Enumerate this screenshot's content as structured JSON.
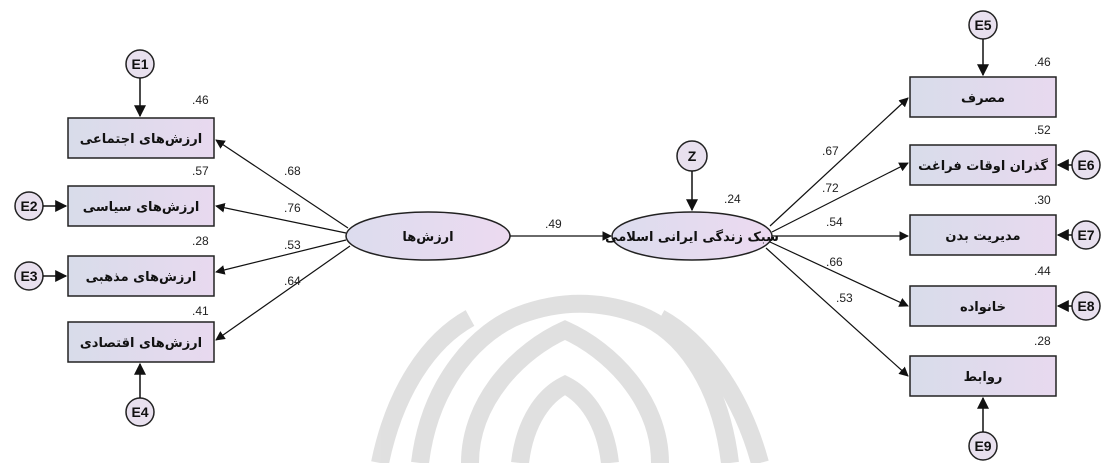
{
  "latent": {
    "values": "ارزش‌ها",
    "lifestyle": "سبک زندگی ایرانی اسلامی",
    "lifestyle_r2": ".24",
    "path_coef": ".49",
    "disturbance": "Z"
  },
  "left_indicators": [
    {
      "label": "ارزش‌های اجتماعی",
      "r2": ".46",
      "loading": ".68",
      "error": "E1"
    },
    {
      "label": "ارزش‌های سیاسی",
      "r2": ".57",
      "loading": ".76",
      "error": "E2"
    },
    {
      "label": "ارزش‌های مذهبی",
      "r2": ".28",
      "loading": ".53",
      "error": "E3"
    },
    {
      "label": "ارزش‌های اقتصادی",
      "r2": ".41",
      "loading": ".64",
      "error": "E4"
    }
  ],
  "right_indicators": [
    {
      "label": "مصرف",
      "r2": ".46",
      "loading": ".67",
      "error": "E5"
    },
    {
      "label": "گذران اوقات فراغت",
      "r2": ".52",
      "loading": ".72",
      "error": "E6"
    },
    {
      "label": "مدیریت بدن",
      "r2": ".30",
      "loading": ".54",
      "error": "E7"
    },
    {
      "label": "خانواده",
      "r2": ".44",
      "loading": ".66",
      "error": "E8"
    },
    {
      "label": "روابط",
      "r2": ".28",
      "loading": ".53",
      "error": "E9"
    }
  ],
  "colors": {
    "box_fill": "#dcdcec",
    "ellipse_fill": "#e6d8ee",
    "stroke": "#222222",
    "watermark": "#d9d9d9"
  }
}
